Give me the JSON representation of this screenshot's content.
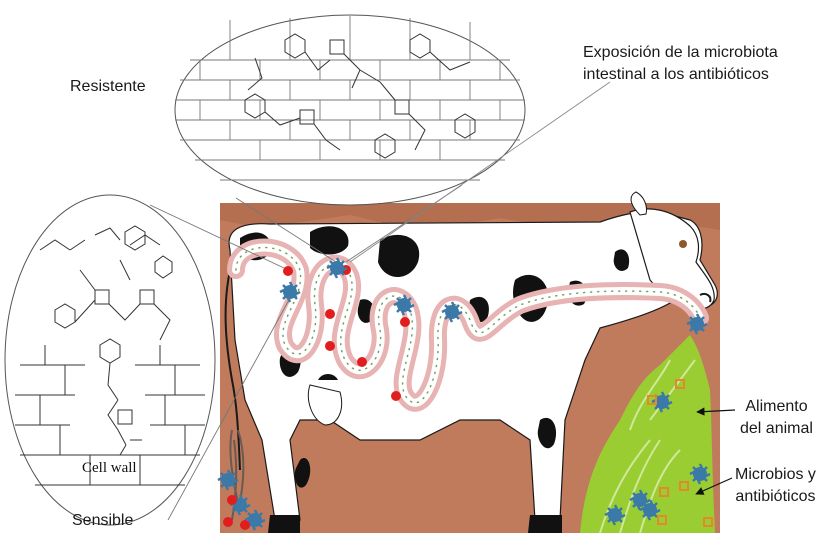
{
  "labels": {
    "resistant": "Resistente",
    "sensitive": "Sensible",
    "cell_wall": "Cell wall",
    "exposure_line1": "Exposición de la microbiota",
    "exposure_line2": "intestinal a los antibióticos",
    "feed_line1": "Alimento",
    "feed_line2": "del animal",
    "microbes_line1": "Microbios y",
    "microbes_line2": "antibióticos"
  },
  "colors": {
    "background_panel": "#c07a5c",
    "cow_body": "#ffffff",
    "cow_spots": "#111111",
    "intestine": "#e9b8b8",
    "grass": "#9acd32",
    "microbe": "#3b79a8",
    "antibiotic": "#e01e1e",
    "antibiotic_square": "#e08a2c"
  },
  "icons": {
    "microbe": "microbe-icon",
    "antibiotic": "antibiotic-dot-icon",
    "arrow": "arrow-icon"
  }
}
